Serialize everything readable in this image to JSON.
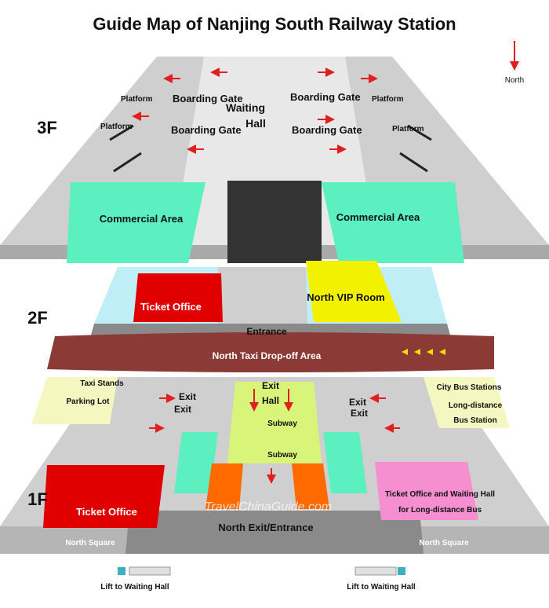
{
  "title": "Guide Map of Nanjing South Railway Station",
  "compass": {
    "label": "North"
  },
  "floors": {
    "f3": "3F",
    "f2": "2F",
    "f1": "1F"
  },
  "floor3": {
    "waiting_hall": [
      "Waiting",
      "Hall"
    ],
    "boarding_gate": "Boarding Gate",
    "platform": "Platform",
    "commercial_area": "Commercial Area"
  },
  "floor2": {
    "ticket_office": "Ticket Office",
    "north_vip_room": "North VIP Room",
    "entrance": "Entrance",
    "taxi_dropoff": "North Taxi Drop-off Area"
  },
  "floor1": {
    "exit": "Exit",
    "exit_hall": [
      "Exit",
      "Hall"
    ],
    "subway": "Subway",
    "taxi_stands": "Taxi Stands",
    "parking_lot": "Parking Lot",
    "city_bus": "City Bus Stations",
    "long_distance_bus": [
      "Long-distance",
      "Bus Station"
    ],
    "ticket_office": "Ticket Office",
    "north_exit_entrance": "North Exit/Entrance",
    "ticket_waiting_longbus": [
      "Ticket Office and Waiting Hall",
      "for Long-distance Bus"
    ],
    "north_square": "North Square",
    "watermark": "TravelChinaGuide.com"
  },
  "legend": {
    "lift": "Lift to Waiting Hall"
  },
  "colors": {
    "commercial": "#5cf0c0",
    "ticket_office": "#e00000",
    "vip": "#f2f200",
    "taxi_band": "#8b3a35",
    "light_green": "#d8f57a",
    "orange": "#ff6a00",
    "pink": "#f58fd0",
    "light_blue": "#bfeef6",
    "arrow": "#e02020"
  }
}
